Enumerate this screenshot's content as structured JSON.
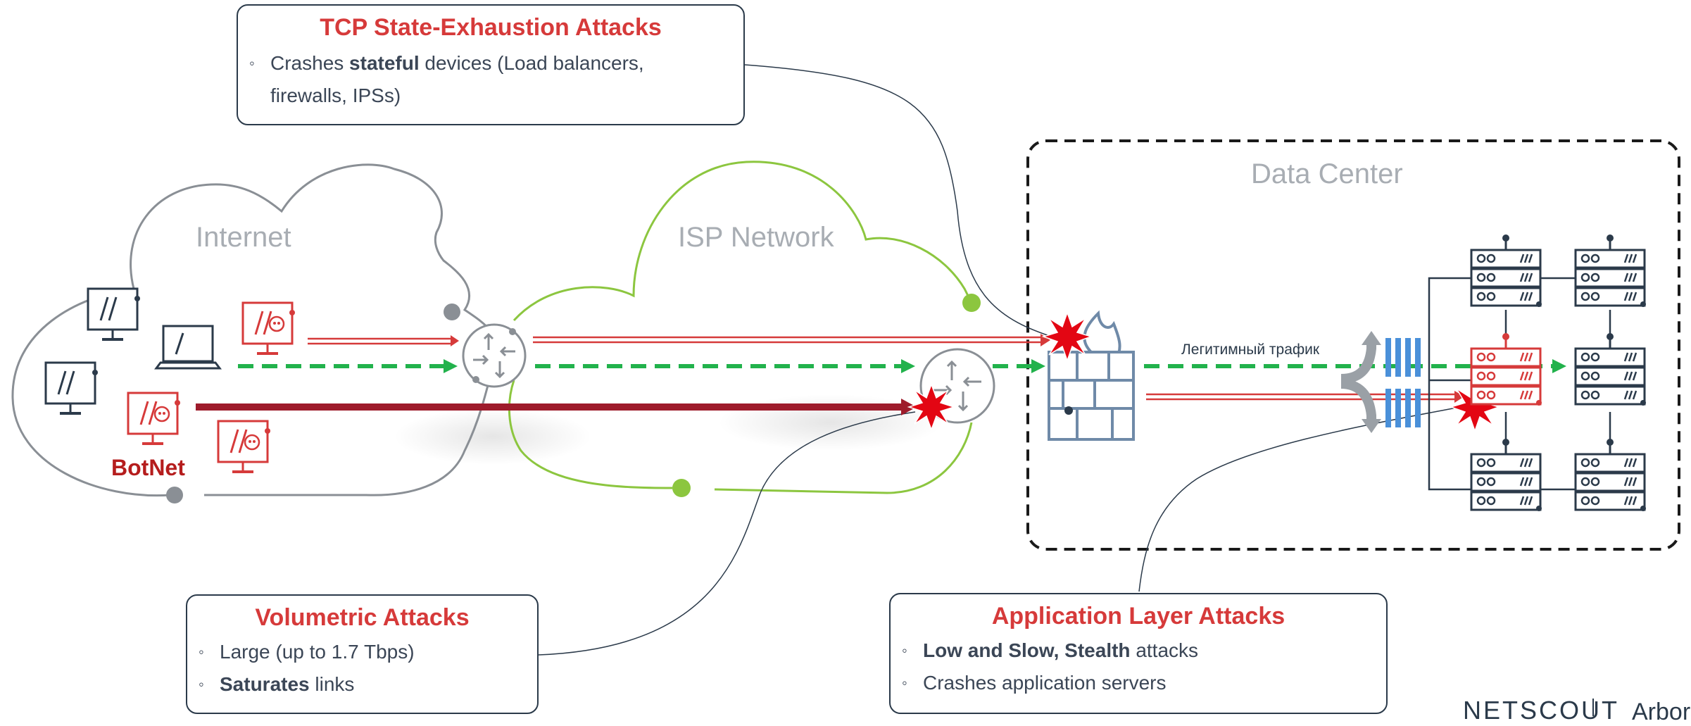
{
  "clouds": {
    "internet_label": "Internet",
    "isp_label": "ISP Network",
    "datacenter_label": "Data Center"
  },
  "botnet_label": "BotNet",
  "legit_traffic_label": "Легитимный трафик",
  "boxes": {
    "tcp": {
      "title": "TCP State-Exhaustion Attacks",
      "bullets": [
        {
          "pre": "Crashes ",
          "bold": "stateful",
          "post": " devices (Load balancers, firewalls, IPSs)"
        }
      ]
    },
    "volumetric": {
      "title": "Volumetric Attacks",
      "bullets": [
        {
          "pre": "Large (up to 1.7 Tbps)",
          "bold": "",
          "post": ""
        },
        {
          "pre": "",
          "bold": "Saturates",
          "post": " links"
        }
      ]
    },
    "application": {
      "title": "Application Layer Attacks",
      "bullets": [
        {
          "pre": "",
          "bold": "Low and Slow, Stealth",
          "post": " attacks"
        },
        {
          "pre": "Crashes application servers",
          "bold": "",
          "post": ""
        }
      ]
    }
  },
  "brand": {
    "name": "NETSCOUT",
    "sub": "Arbor"
  },
  "colors": {
    "attack_red": "#d63a3a",
    "dark_red": "#9e1b2b",
    "legit_green": "#22b24c",
    "isp_green": "#8cc63f",
    "navy": "#2b3a4a",
    "gray": "#8a8f95"
  }
}
